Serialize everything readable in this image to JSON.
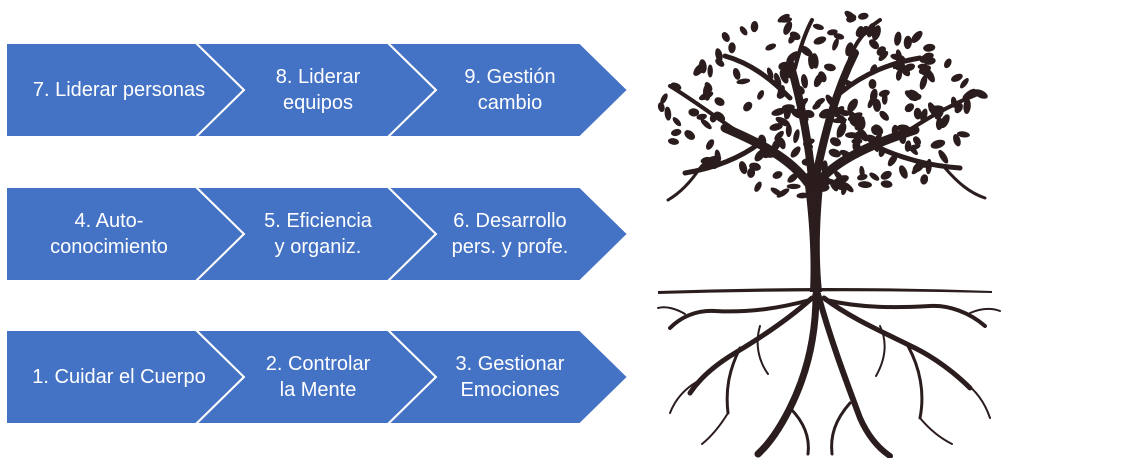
{
  "diagram": {
    "rows": [
      {
        "steps": [
          {
            "label": "7. Liderar personas"
          },
          {
            "label": "8. Liderar\nequipos"
          },
          {
            "label": "9. Gestión\ncambio"
          }
        ]
      },
      {
        "steps": [
          {
            "label": "4. Auto-\nconocimiento"
          },
          {
            "label": "5. Eficiencia\ny organiz."
          },
          {
            "label": "6. Desarrollo\npers. y profe."
          }
        ]
      },
      {
        "steps": [
          {
            "label": "1. Cuidar el Cuerpo"
          },
          {
            "label": "2. Controlar\nla Mente"
          },
          {
            "label": "3. Gestionar\nEmociones"
          }
        ]
      }
    ],
    "colors": {
      "chevron_fill": "#4472C4",
      "chevron_stroke": "#ffffff",
      "text": "#ffffff",
      "tree": "#2b1d1d"
    }
  }
}
